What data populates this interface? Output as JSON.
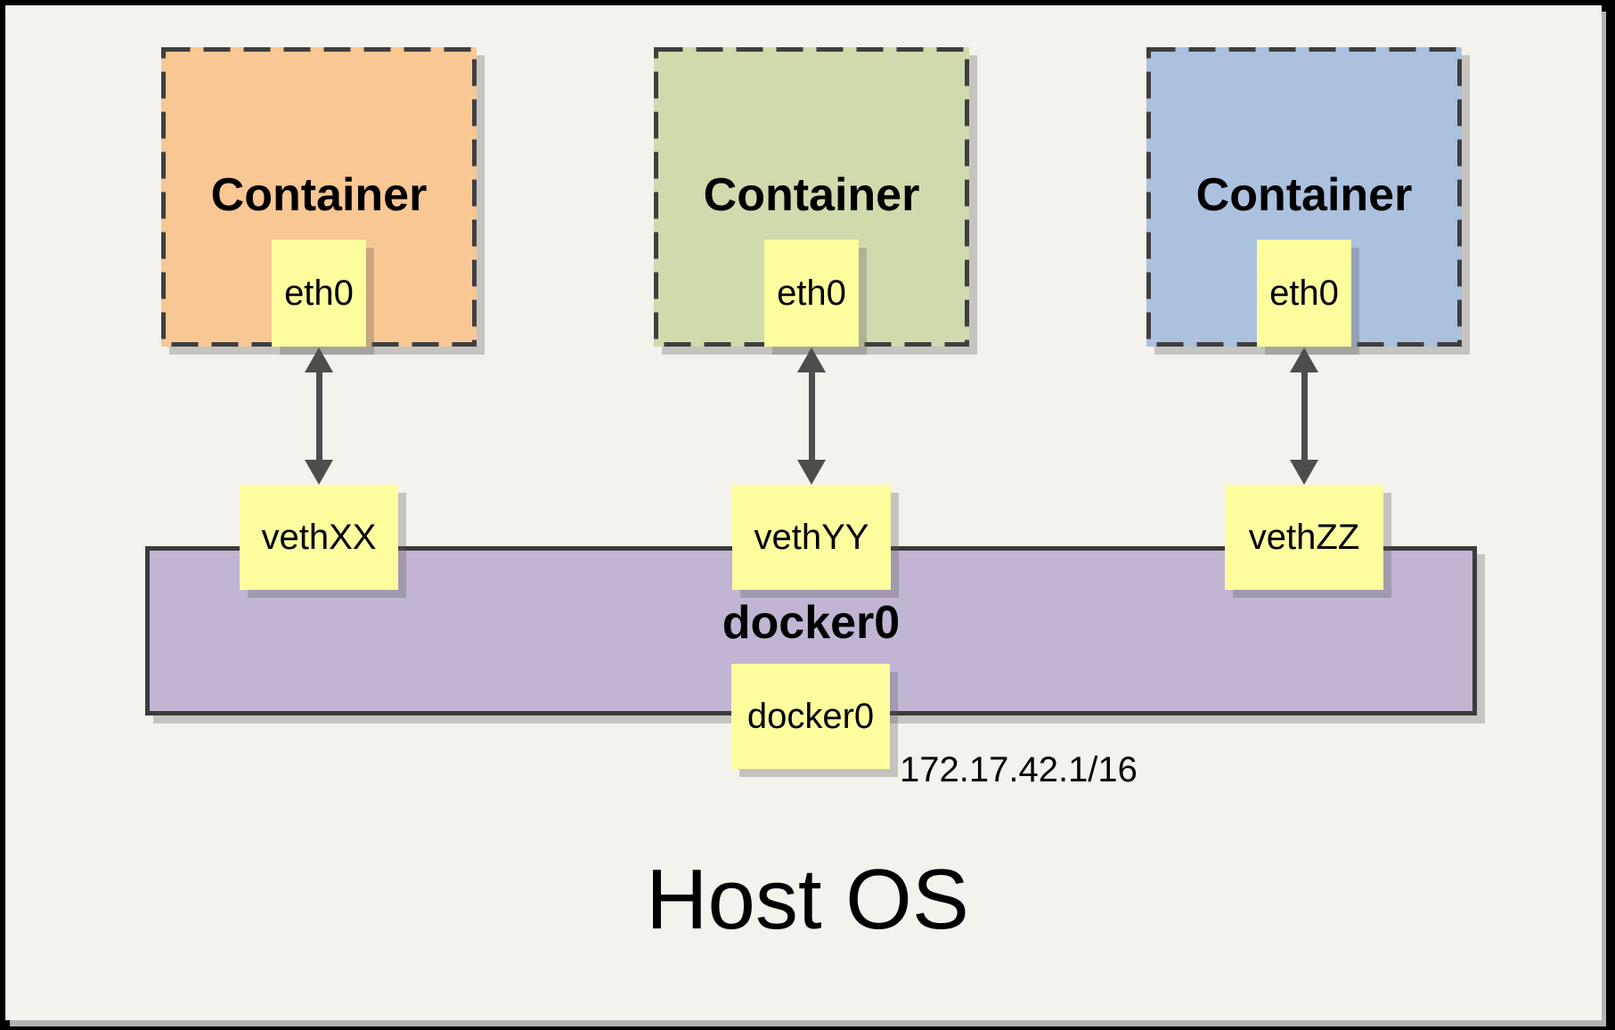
{
  "diagram": {
    "containers": [
      {
        "label": "Container",
        "interface": "eth0",
        "veth": "vethXX",
        "fill": "#F8C794"
      },
      {
        "label": "Container",
        "interface": "eth0",
        "veth": "vethYY",
        "fill": "#CFDBAC"
      },
      {
        "label": "Container",
        "interface": "eth0",
        "veth": "vethZZ",
        "fill": "#ABC1DE"
      }
    ],
    "bridge": {
      "label": "docker0",
      "interface_label": "docker0",
      "ip": "172.17.42.1/16",
      "fill": "#C1B5D3"
    },
    "host": {
      "label": "Host OS"
    },
    "colors": {
      "frame": "#000000",
      "panel_background": "#F4F2EC",
      "note_yellow": "#FDFD9E",
      "arrow": "#4D4D4D",
      "dashed_border": "#3F3F3F"
    }
  }
}
